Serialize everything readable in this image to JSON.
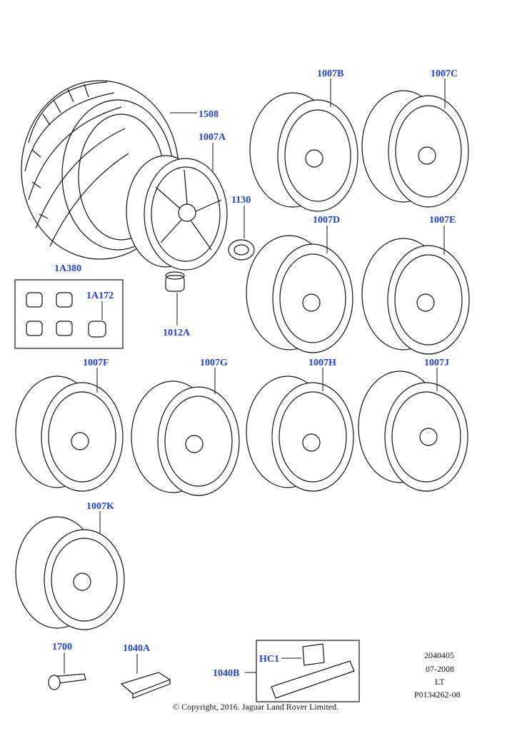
{
  "callouts": {
    "tire": "1508",
    "wheel_a": "1007A",
    "wheel_b": "1007B",
    "wheel_c": "1007C",
    "wheel_d": "1007D",
    "wheel_e": "1007E",
    "wheel_f": "1007F",
    "wheel_g": "1007G",
    "wheel_h": "1007H",
    "wheel_j": "1007J",
    "wheel_k": "1007K",
    "center_cap": "1130",
    "wheel_nut": "1012A",
    "locking_nut_kit": "1A380",
    "locking_nut_key": "1A172",
    "valve": "1700",
    "balance_weight_a": "1040A",
    "balance_weight_b": "1040B",
    "hc1": "HC1"
  },
  "meta": {
    "line1": "2040405",
    "line2": "07-2008",
    "line3": "LT",
    "line4": "P0134262-08"
  },
  "copyright": "© Copyright, 2016. Jaguar Land Rover Limited."
}
